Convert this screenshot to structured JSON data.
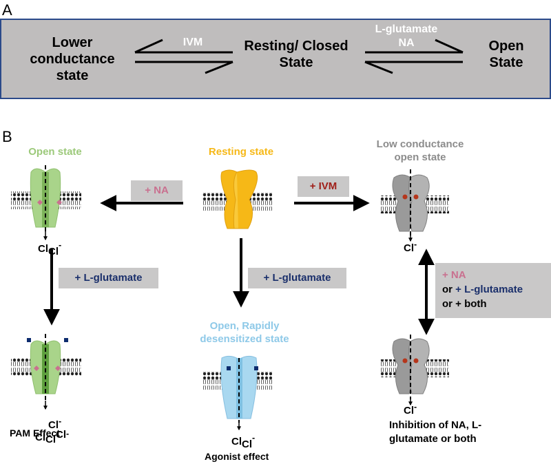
{
  "panel_a": {
    "letter": "A",
    "lower_state": [
      "Lower",
      "conductance",
      "state"
    ],
    "resting_state": [
      "Resting/ Closed",
      "State"
    ],
    "open_state": [
      "Open",
      "State"
    ],
    "ivm_label": "IVM",
    "glu_label": "L-glutamate",
    "na_label": "NA"
  },
  "panel_b": {
    "letter": "B",
    "open_state_title": "Open state",
    "resting_state_title": "Resting state",
    "low_conductance_title": [
      "Low conductance",
      "open state"
    ],
    "desensitized_title": [
      "Open, Rapidly",
      "desensitized state"
    ],
    "na_box": "+ NA",
    "ivm_box": "+ IVM",
    "glu_box_left": "+ L-glutamate",
    "glu_box_center": "+ L-glutamate",
    "right_box": {
      "line1": "+ NA",
      "line2_prefix": "or ",
      "line2_glu": "+ L-glutamate",
      "line3": "or + both"
    },
    "chloride_ion": "Cl",
    "pam_effect": "PAM Effect",
    "agonist_effect": "Agonist effect",
    "inhibition_text": [
      "Inhibition of NA, L-",
      "glutamate or both"
    ]
  },
  "colors": {
    "box_grey": "#c9c8c8",
    "panel_a_bg": "#bfbdbd",
    "panel_a_border": "#2b4a8a",
    "open_green": "#9cc97a",
    "resting_yellow": "#f6b817",
    "low_grey": "#8c8c8c",
    "desens_blue": "#8ec9e8",
    "na_pink": "#c9708f",
    "ivm_red": "#a0201a",
    "glu_navy": "#1a2f6b"
  }
}
